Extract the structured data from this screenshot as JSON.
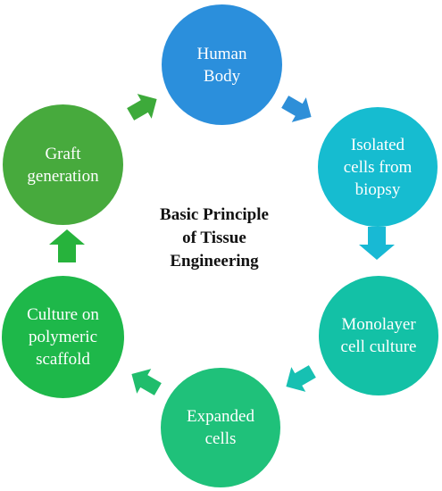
{
  "title": "Basic Principle\nof Tissue\nEngineering",
  "steps": [
    {
      "label": "Human\nBody",
      "color": "#2b8fdc"
    },
    {
      "label": "Isolated\ncells from\nbiopsy",
      "color": "#16bcd0"
    },
    {
      "label": "Monolayer\ncell culture",
      "color": "#13c1a6"
    },
    {
      "label": "Expanded\ncells",
      "color": "#1fc17a"
    },
    {
      "label": "Culture on\npolymeric\nscaffold",
      "color": "#1eb84a"
    },
    {
      "label": "Graft\ngeneration",
      "color": "#47aa3d"
    }
  ],
  "arrow_colors": [
    "#2e8fd8",
    "#18b9d4",
    "#17c0b2",
    "#20bd6c",
    "#27b33c",
    "#3daa3a"
  ]
}
